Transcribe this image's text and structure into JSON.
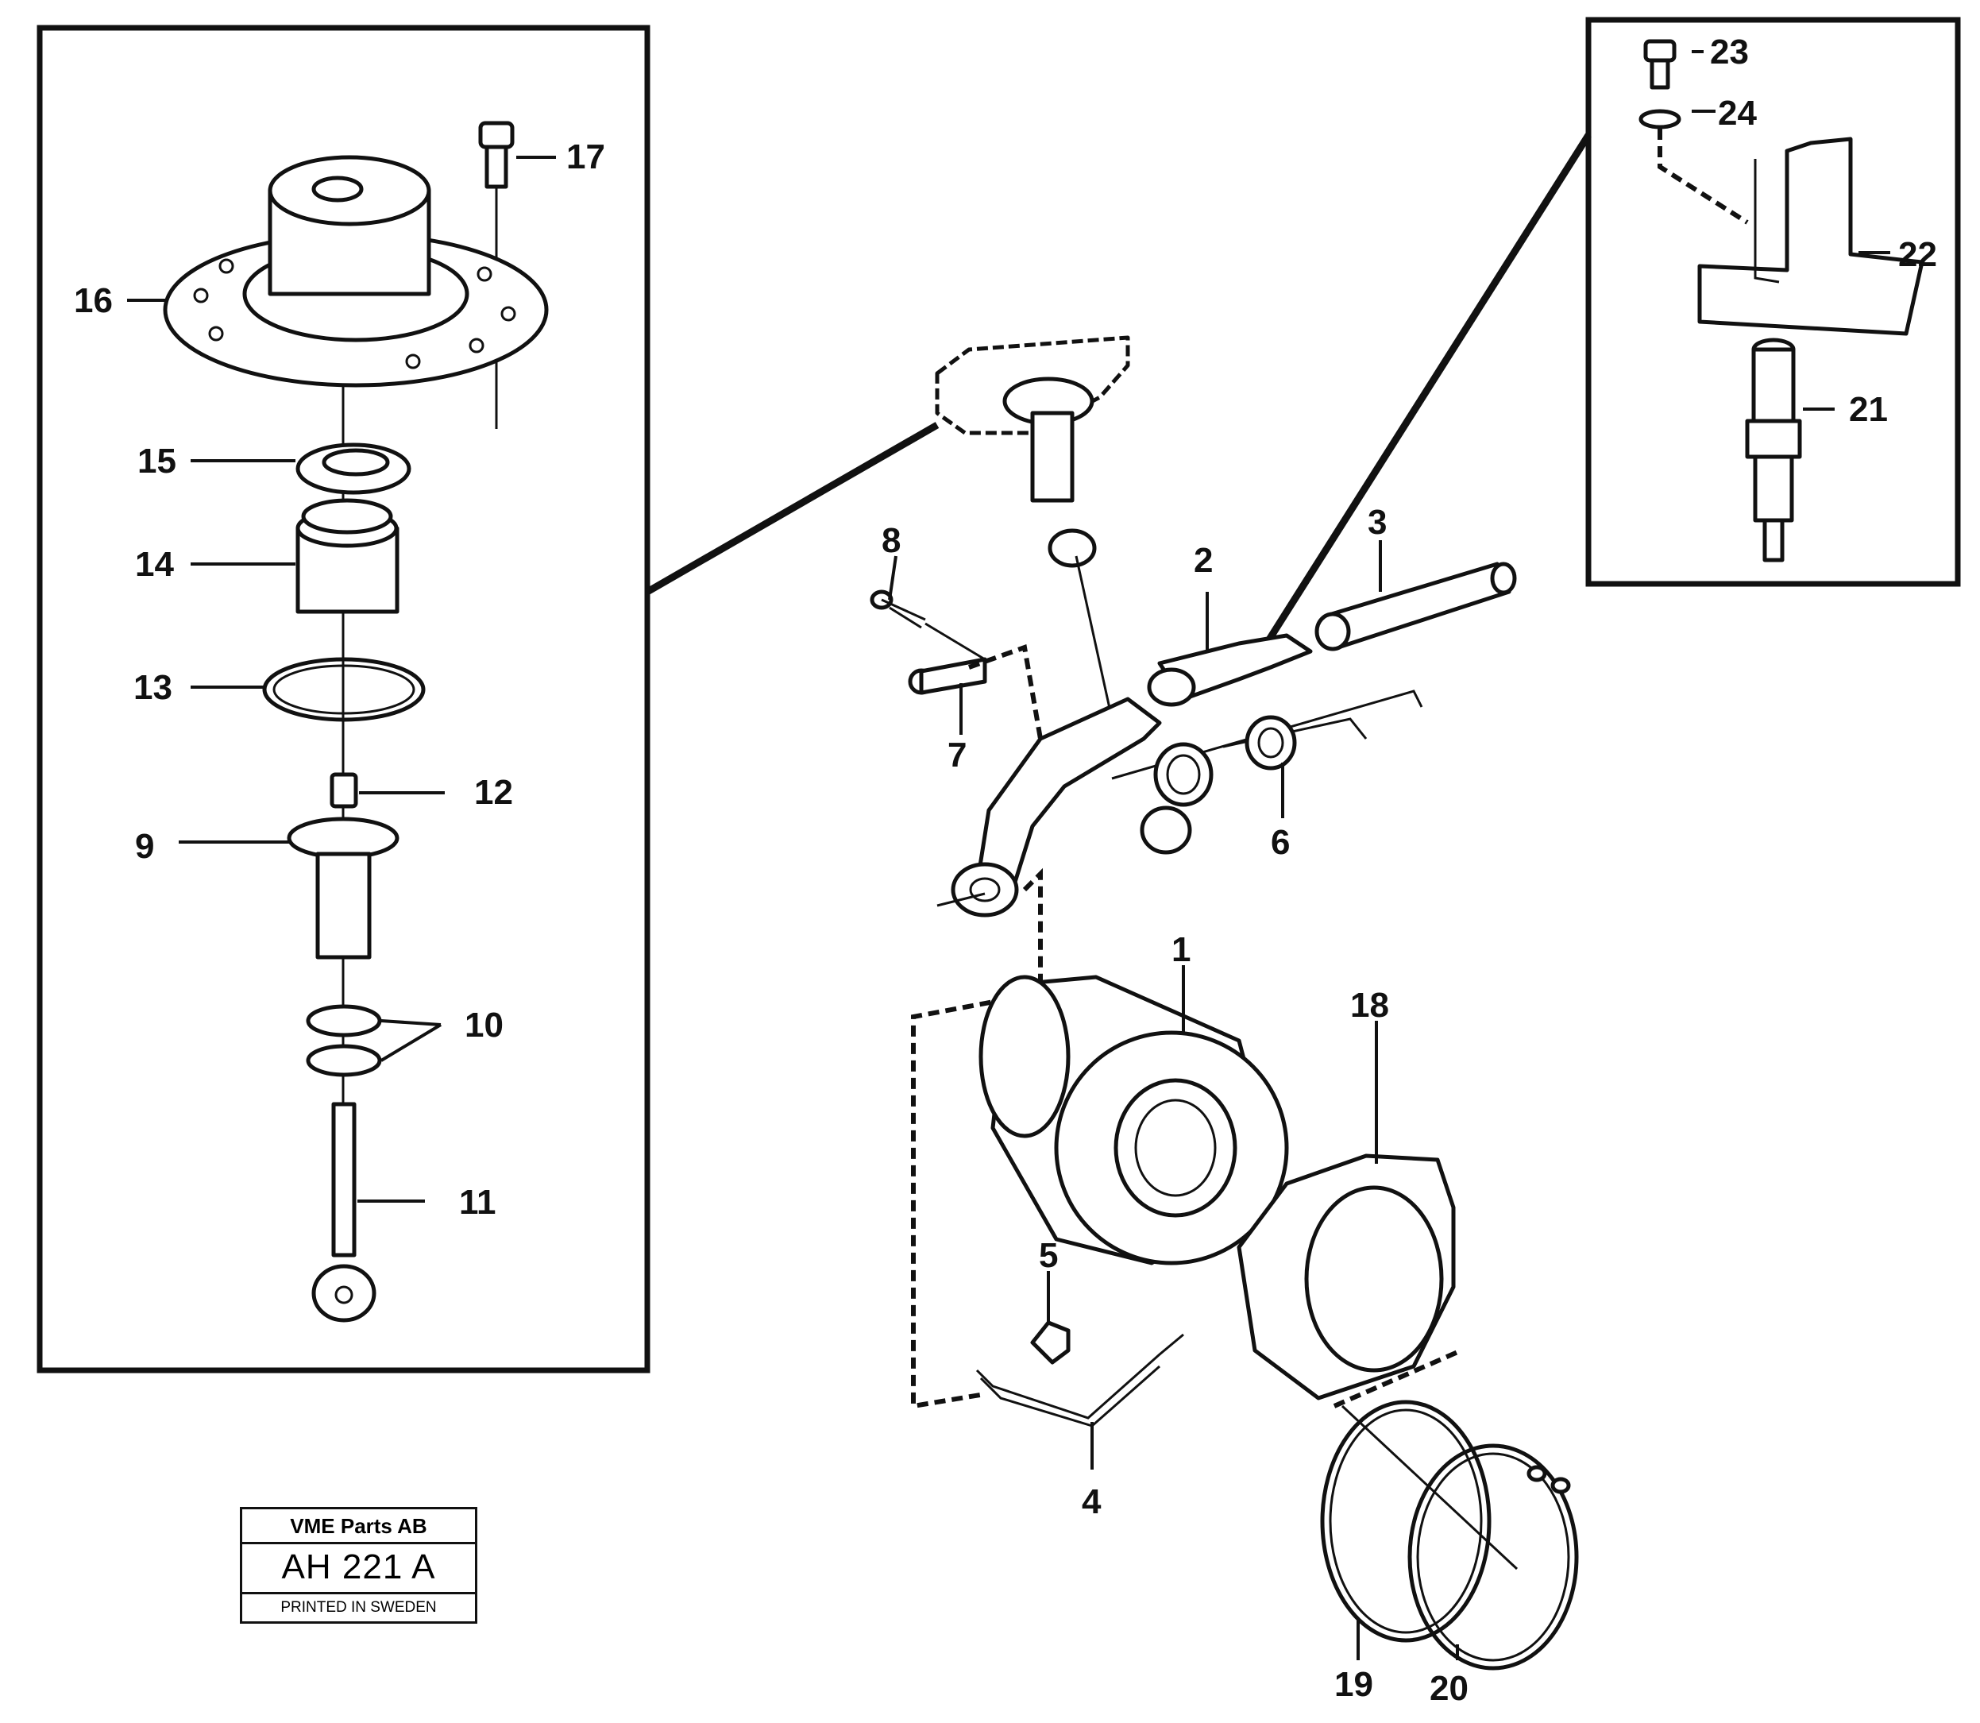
{
  "callouts": {
    "c1": "1",
    "c2": "2",
    "c3": "3",
    "c4": "4",
    "c5": "5",
    "c6": "6",
    "c7": "7",
    "c8": "8",
    "c9": "9",
    "c10": "10",
    "c11": "11",
    "c12": "12",
    "c13": "13",
    "c14": "14",
    "c15": "15",
    "c16": "16",
    "c17": "17",
    "c18": "18",
    "c19": "19",
    "c20": "20",
    "c21": "21",
    "c22": "22",
    "c23": "23",
    "c24": "24"
  },
  "stamp": {
    "company": "VME Parts AB",
    "code": "AH 221  A",
    "printed": "PRINTED IN SWEDEN"
  }
}
